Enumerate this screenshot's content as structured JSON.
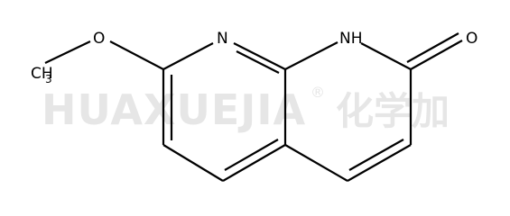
{
  "watermark": {
    "brand": "HUAXUEJIA",
    "registered_mark": "®",
    "chinese": "化学加"
  },
  "molecule": {
    "atoms": {
      "o_ether": "O",
      "ch3_main": "CH",
      "ch3_sub": "3",
      "n_ring": "N",
      "nh": "NH",
      "o_carbonyl": "O"
    }
  }
}
